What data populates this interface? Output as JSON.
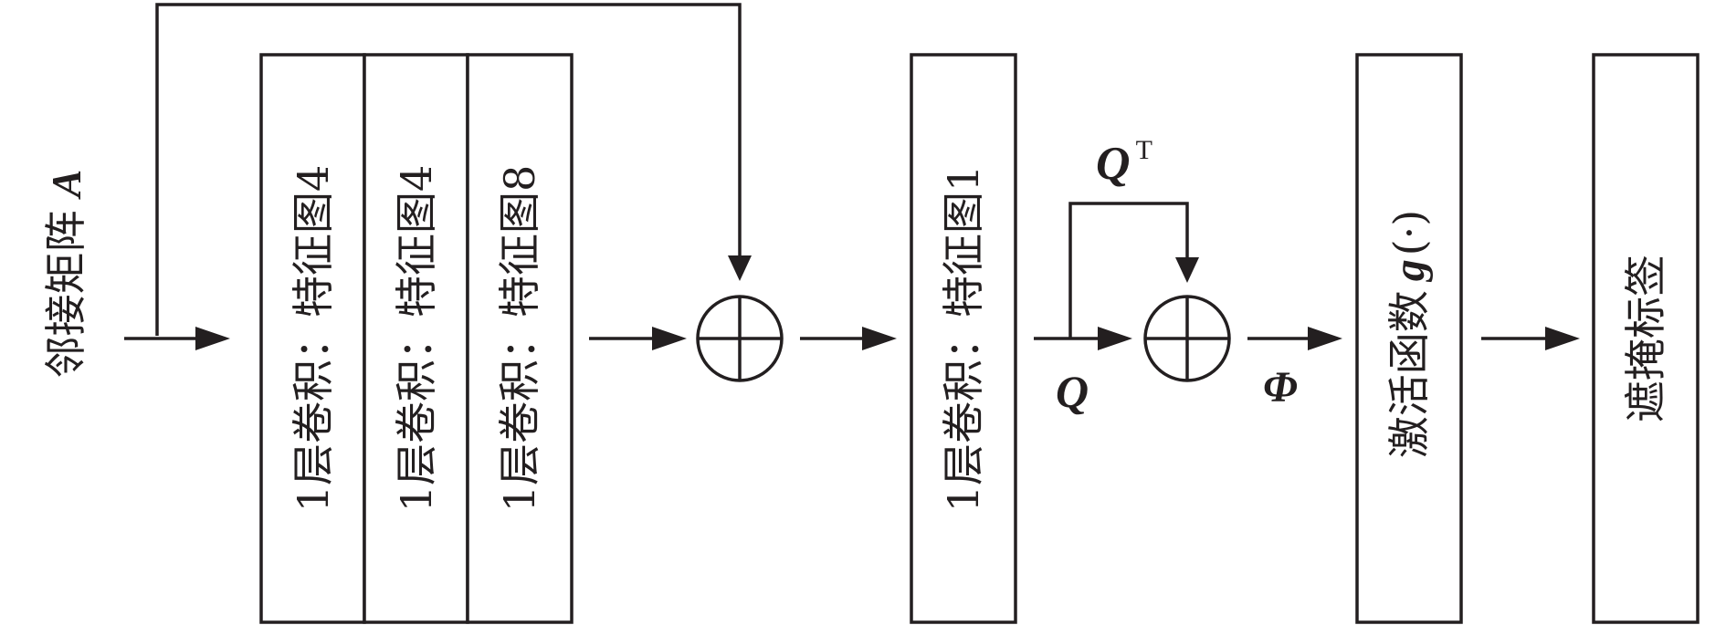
{
  "input_label": "邻接矩阵",
  "input_symbol": "A",
  "conv_blocks": [
    {
      "label": "1层卷积：特征图4"
    },
    {
      "label": "1层卷积：特征图4"
    },
    {
      "label": "1层卷积：特征图8"
    }
  ],
  "conv_block_single": {
    "label": "1层卷积：特征图1"
  },
  "symbol_q": "Q",
  "symbol_qt_base": "Q",
  "symbol_qt_sup": "T",
  "symbol_phi": "Φ",
  "activation": {
    "label": "激活函数",
    "func": "g",
    "paren": "(·)"
  },
  "output_label": "遮掩标签",
  "colors": {
    "ink": "#231f20",
    "background": "#ffffff"
  }
}
